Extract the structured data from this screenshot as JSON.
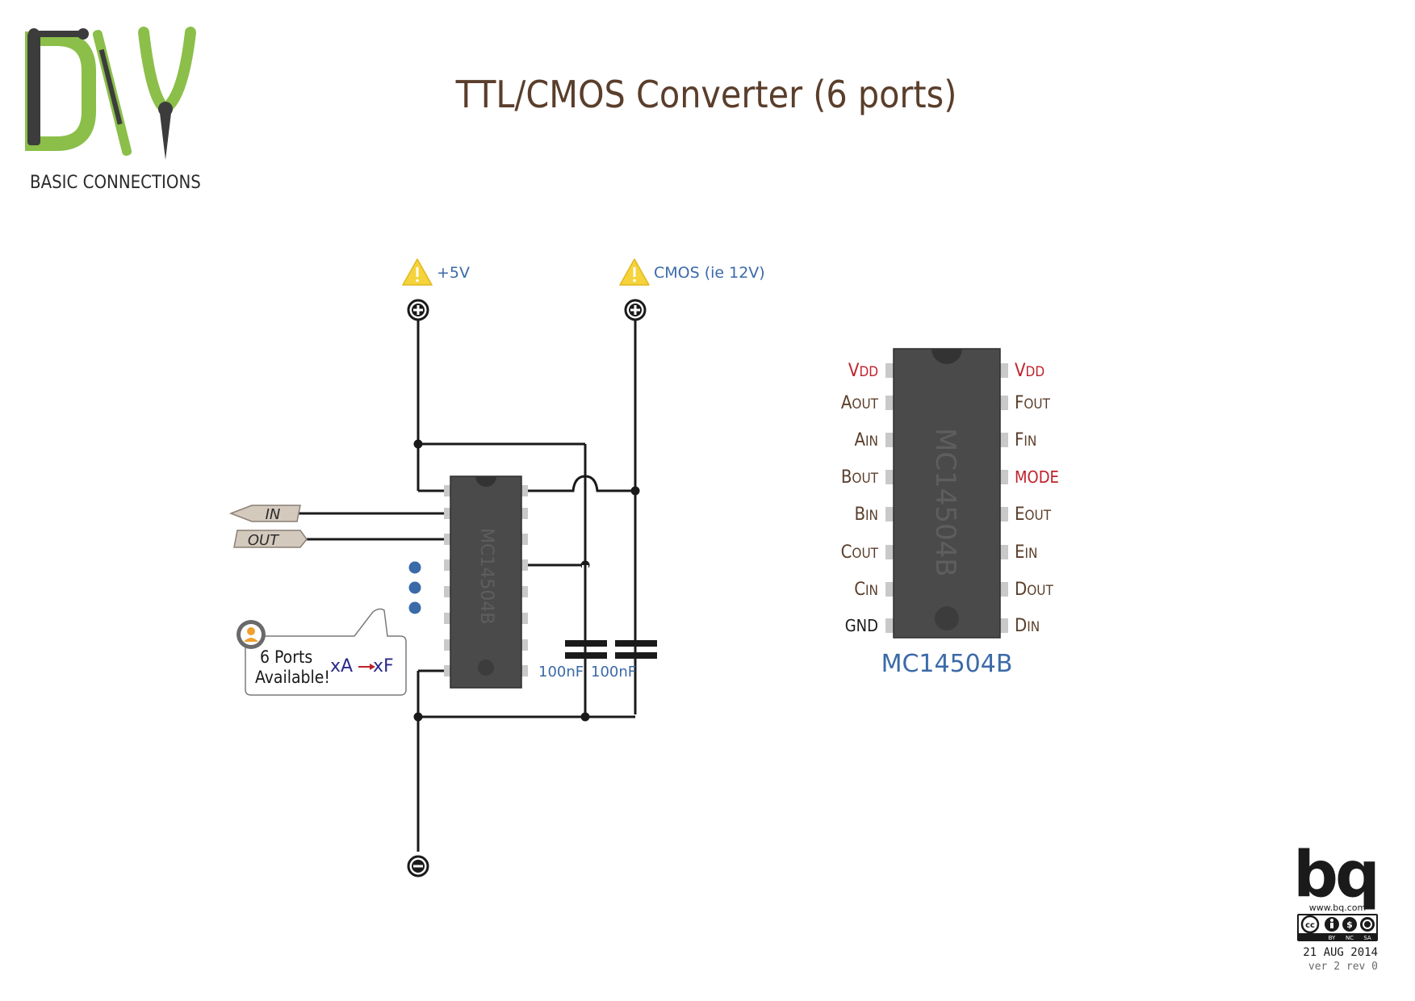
{
  "logo": {
    "letters": "DIY",
    "subtitle": "BASIC CONNECTIONS"
  },
  "title": "TTL/CMOS Converter (6 ports)",
  "supplies": {
    "ttl_label": "+5V",
    "cmos_label": "CMOS (ie 12V)"
  },
  "signals": {
    "in_label": "IN",
    "out_label": "OUT"
  },
  "chip": {
    "part": "MC14504B"
  },
  "capacitors": {
    "c1_value": "100nF",
    "c2_value": "100nF"
  },
  "note": {
    "line1": "6 Ports",
    "line2": "Available!",
    "range_from": "xA",
    "range_to": "xF"
  },
  "pinout": {
    "part_label": "MC14504B",
    "left": [
      {
        "main": "V",
        "sub": "DD"
      },
      {
        "main": "A",
        "sub": "OUT"
      },
      {
        "main": "A",
        "sub": "IN"
      },
      {
        "main": "B",
        "sub": "OUT"
      },
      {
        "main": "B",
        "sub": "IN"
      },
      {
        "main": "C",
        "sub": "OUT"
      },
      {
        "main": "C",
        "sub": "IN"
      },
      {
        "main": "GND",
        "sub": ""
      }
    ],
    "right": [
      {
        "main": "V",
        "sub": "DD"
      },
      {
        "main": "F",
        "sub": "OUT"
      },
      {
        "main": "F",
        "sub": "IN"
      },
      {
        "main": "MODE",
        "sub": ""
      },
      {
        "main": "E",
        "sub": "OUT"
      },
      {
        "main": "E",
        "sub": "IN"
      },
      {
        "main": "D",
        "sub": "OUT"
      },
      {
        "main": "D",
        "sub": "IN"
      }
    ]
  },
  "footer": {
    "brand": "bq",
    "website": "www.bq.com",
    "license_tags": [
      "BY",
      "NC",
      "SA"
    ],
    "date": "21 AUG 2014",
    "version": "ver 2 rev 0"
  },
  "colors": {
    "title": "#5a3e2b",
    "logo_green": "#8bbf4a",
    "logo_dark": "#3c3c3c",
    "wire": "#1a1a1a",
    "chip_body": "#4a4a4a",
    "blue_label": "#3b6aa8",
    "red_label": "#c0202a",
    "warn_yellow": "#f5d33a"
  }
}
